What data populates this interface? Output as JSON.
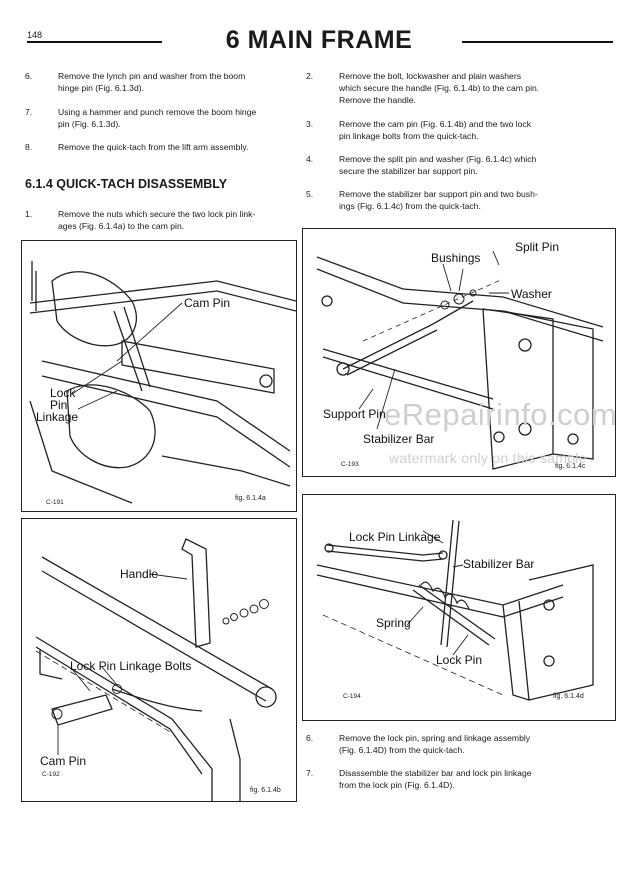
{
  "header": {
    "page_number": "148",
    "title": "6 MAIN FRAME"
  },
  "left_column": {
    "steps": [
      {
        "num": "6.",
        "lines": [
          "Remove the lynch pin and washer from the boom",
          "hinge pin (Fig. 6.1.3d)."
        ]
      },
      {
        "num": "7.",
        "lines": [
          "Using a hammer and punch remove the boom hinge",
          "pin (Fig. 6.1.3d)."
        ]
      },
      {
        "num": "8.",
        "lines": [
          "Remove the quick-tach from the lift arm assembly."
        ]
      }
    ],
    "section_heading": "6.1.4  QUICK-TACH DISASSEMBLY",
    "section_steps": [
      {
        "num": "1.",
        "lines": [
          "Remove the nuts which secure the two lock pin link-",
          "ages (Fig. 6.1.4a) to the cam pin."
        ]
      }
    ]
  },
  "right_column": {
    "steps": [
      {
        "num": "2.",
        "lines": [
          "Remove the bolt, lockwasher and plain washers",
          "which secure the handle (Fig. 6.1.4b) to the cam pin.",
          "Remove the handle."
        ]
      },
      {
        "num": "3.",
        "lines": [
          "Remove the cam pin (Fig. 6.1.4b) and the two lock",
          "pin linkage bolts from the quick-tach."
        ]
      },
      {
        "num": "4.",
        "lines": [
          "Remove the split pin and washer (Fig. 6.1.4c) which",
          "secure the stabilizer bar support pin."
        ]
      },
      {
        "num": "5.",
        "lines": [
          "Remove the stabilizer bar support pin and two bush-",
          "ings (Fig. 6.1.4c) from the quick-tach."
        ]
      }
    ],
    "bottom_steps": [
      {
        "num": "6.",
        "lines": [
          "Remove the lock pin, spring and linkage assembly",
          "(Fig. 6.1.4D) from the quick-tach."
        ]
      },
      {
        "num": "7.",
        "lines": [
          "Disassemble the stabilizer bar and lock pin linkage",
          "from the lock pin (Fig. 6.1.4D)."
        ]
      }
    ]
  },
  "figures": {
    "fig_a": {
      "labels": {
        "cam_pin": "Cam Pin",
        "lock": "Lock",
        "pin": "Pin",
        "linkage": "Linkage"
      },
      "code": "C-191",
      "caption": "fig. 6.1.4a"
    },
    "fig_b": {
      "labels": {
        "handle": "Handle",
        "lock_pin_linkage_bolts": "Lock Pin Linkage Bolts",
        "cam_pin": "Cam Pin"
      },
      "code": "C-192",
      "caption": "fig. 6.1.4b"
    },
    "fig_c": {
      "labels": {
        "split_pin": "Split Pin",
        "bushings": "Bushings",
        "washer": "Washer",
        "support_pin": "Support Pin",
        "stabilizer_bar": "Stabilizer Bar"
      },
      "code": "C-193",
      "caption": "fig. 6.1.4c"
    },
    "fig_d": {
      "labels": {
        "lock_pin_linkage": "Lock Pin Linkage",
        "stabilizer_bar": "Stabilizer Bar",
        "spring": "Spring",
        "lock_pin": "Lock Pin"
      },
      "code": "C-194",
      "caption": "fig. 6.1.4d"
    }
  },
  "watermark": {
    "brand": "eRepairinfo.com",
    "note": "watermark only on this sample"
  }
}
